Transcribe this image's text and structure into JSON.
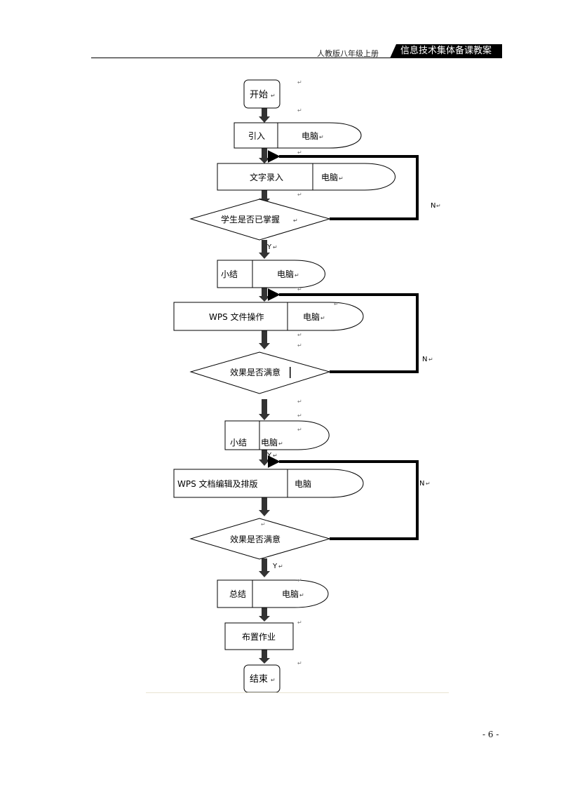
{
  "header": {
    "left_text": "人教版八年级上册",
    "right_text": "信息技术集体备课教案"
  },
  "page_number": "- 6 -",
  "return_mark": "↵",
  "flow": {
    "start": "开始",
    "step_intro": "引入",
    "step_typing": "文字录入",
    "decision_mastered": "学生是否已掌握",
    "step_summary_1": "小结",
    "step_wps_file": "WPS 文件操作",
    "decision_effect_1": "效果是否满意",
    "step_summary_2": "小结",
    "step_wps_edit": "WPS 文档编辑及排版",
    "decision_effect_2": "效果是否满意",
    "step_conclusion": "总结",
    "step_homework": "布置作业",
    "end": "结束",
    "computer": "电脑",
    "yes": "Y",
    "no": "N"
  },
  "colors": {
    "line": "#000000",
    "arrow": "#333333",
    "header_tag_bg": "#000000"
  }
}
